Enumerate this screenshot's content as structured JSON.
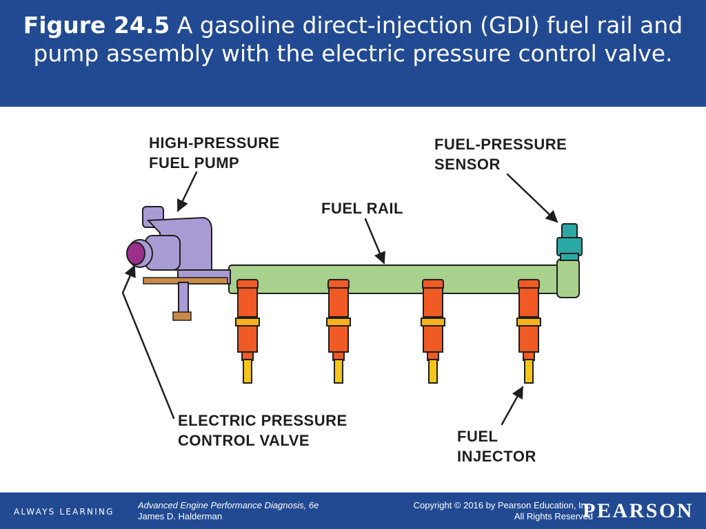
{
  "slide": {
    "title_bold": "Figure 24.5",
    "title_rest": " A gasoline direct-injection (GDI) fuel rail and pump assembly with the electric pressure control valve."
  },
  "labels": {
    "pump_line1": "HIGH-PRESSURE",
    "pump_line2": "FUEL PUMP",
    "sensor_line1": "FUEL-PRESSURE",
    "sensor_line2": "SENSOR",
    "rail": "FUEL RAIL",
    "valve_line1": "ELECTRIC PRESSURE",
    "valve_line2": "CONTROL VALVE",
    "injector_line1": "FUEL",
    "injector_line2": "INJECTOR"
  },
  "footer": {
    "always_learning": "ALWAYS LEARNING",
    "book_title": "Advanced Engine Performance Diagnosis, 6e",
    "author": "James D. Halderman",
    "copyright": "Copyright © 2016 by Pearson Education, Inc.",
    "rights": "All Rights Reserved",
    "brand": "PEARSON"
  },
  "colors": {
    "band": "#224a93",
    "rail": "#a9d18e",
    "pump": "#a99bd4",
    "valve_knob": "#9b2f8c",
    "injector_body": "#f05a24",
    "injector_ring": "#f7b21b",
    "injector_tip": "#f5c518",
    "sensor": "#2aa9a4"
  }
}
